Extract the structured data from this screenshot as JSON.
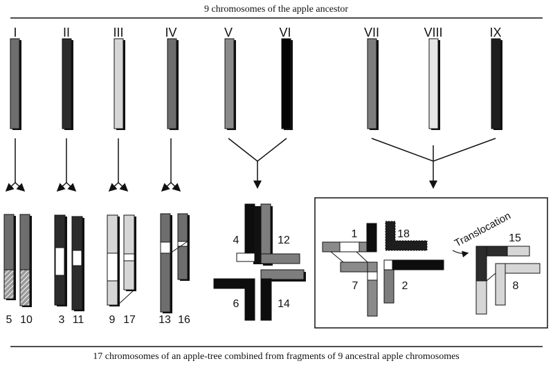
{
  "title": "9 chromosomes of the apple ancestor",
  "caption": "17 chromosomes of an apple-tree combined from fragments of 9 ancestral apple chromosomes",
  "colors": {
    "dark": "#2f2f2f",
    "mid": "#7d7d7d",
    "light": "#d6d6d6",
    "black": "#0a0a0a",
    "white": "#ffffff"
  },
  "ancestral": [
    "I",
    "II",
    "III",
    "IV",
    "V",
    "VI",
    "VII",
    "VIII",
    "IX"
  ],
  "derived_labels": {
    "g1": [
      "5",
      "10"
    ],
    "g2": [
      "3",
      "11"
    ],
    "g3": [
      "9",
      "17"
    ],
    "g4": [
      "13",
      "16"
    ],
    "cross_a": [
      "4",
      "12",
      "6",
      "14"
    ],
    "box": [
      "1",
      "18",
      "7",
      "2",
      "15",
      "8"
    ]
  },
  "translocation": "Translocation"
}
